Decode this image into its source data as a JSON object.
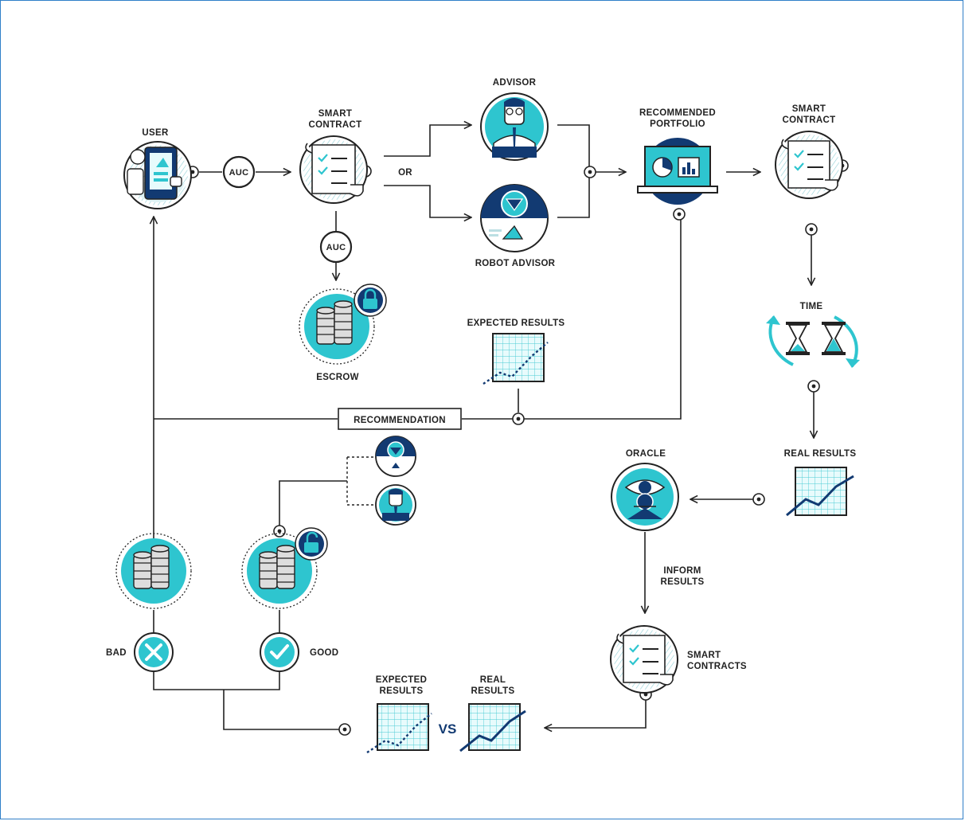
{
  "labels": {
    "user": "USER",
    "smart_contract_1a": "SMART",
    "smart_contract_1b": "CONTRACT",
    "auc_1": "AUC",
    "auc_2": "AUC",
    "or": "OR",
    "advisor": "ADVISOR",
    "robot_advisor": "ROBOT ADVISOR",
    "recommended_portfolio_a": "RECOMMENDED",
    "recommended_portfolio_b": "PORTFOLIO",
    "smart_contract_2a": "SMART",
    "smart_contract_2b": "CONTRACT",
    "escrow": "ESCROW",
    "expected_results": "EXPECTED RESULTS",
    "time": "TIME",
    "recommendation": "RECOMMENDATION",
    "real_results": "REAL RESULTS",
    "oracle": "ORACLE",
    "inform_results_a": "INFORM",
    "inform_results_b": "RESULTS",
    "smart_contracts_a": "SMART",
    "smart_contracts_b": "CONTRACTS",
    "bad": "BAD",
    "good": "GOOD",
    "expected_results_bottom_a": "EXPECTED",
    "expected_results_bottom_b": "RESULTS",
    "vs": "VS",
    "real_results_bottom_a": "REAL",
    "real_results_bottom_b": "RESULTS"
  },
  "colors": {
    "teal": "#2ec5cf",
    "navy": "#123a72",
    "line": "#222222",
    "frame": "#2f7fc8"
  },
  "icons": [
    "user-icon",
    "scroll-icon",
    "advisor-icon",
    "robot-advisor-icon",
    "laptop-icon",
    "coins-icon",
    "lock-icon",
    "unlock-icon",
    "hourglass-icon",
    "oracle-eye-icon",
    "chart-icon",
    "x-icon",
    "check-icon"
  ]
}
